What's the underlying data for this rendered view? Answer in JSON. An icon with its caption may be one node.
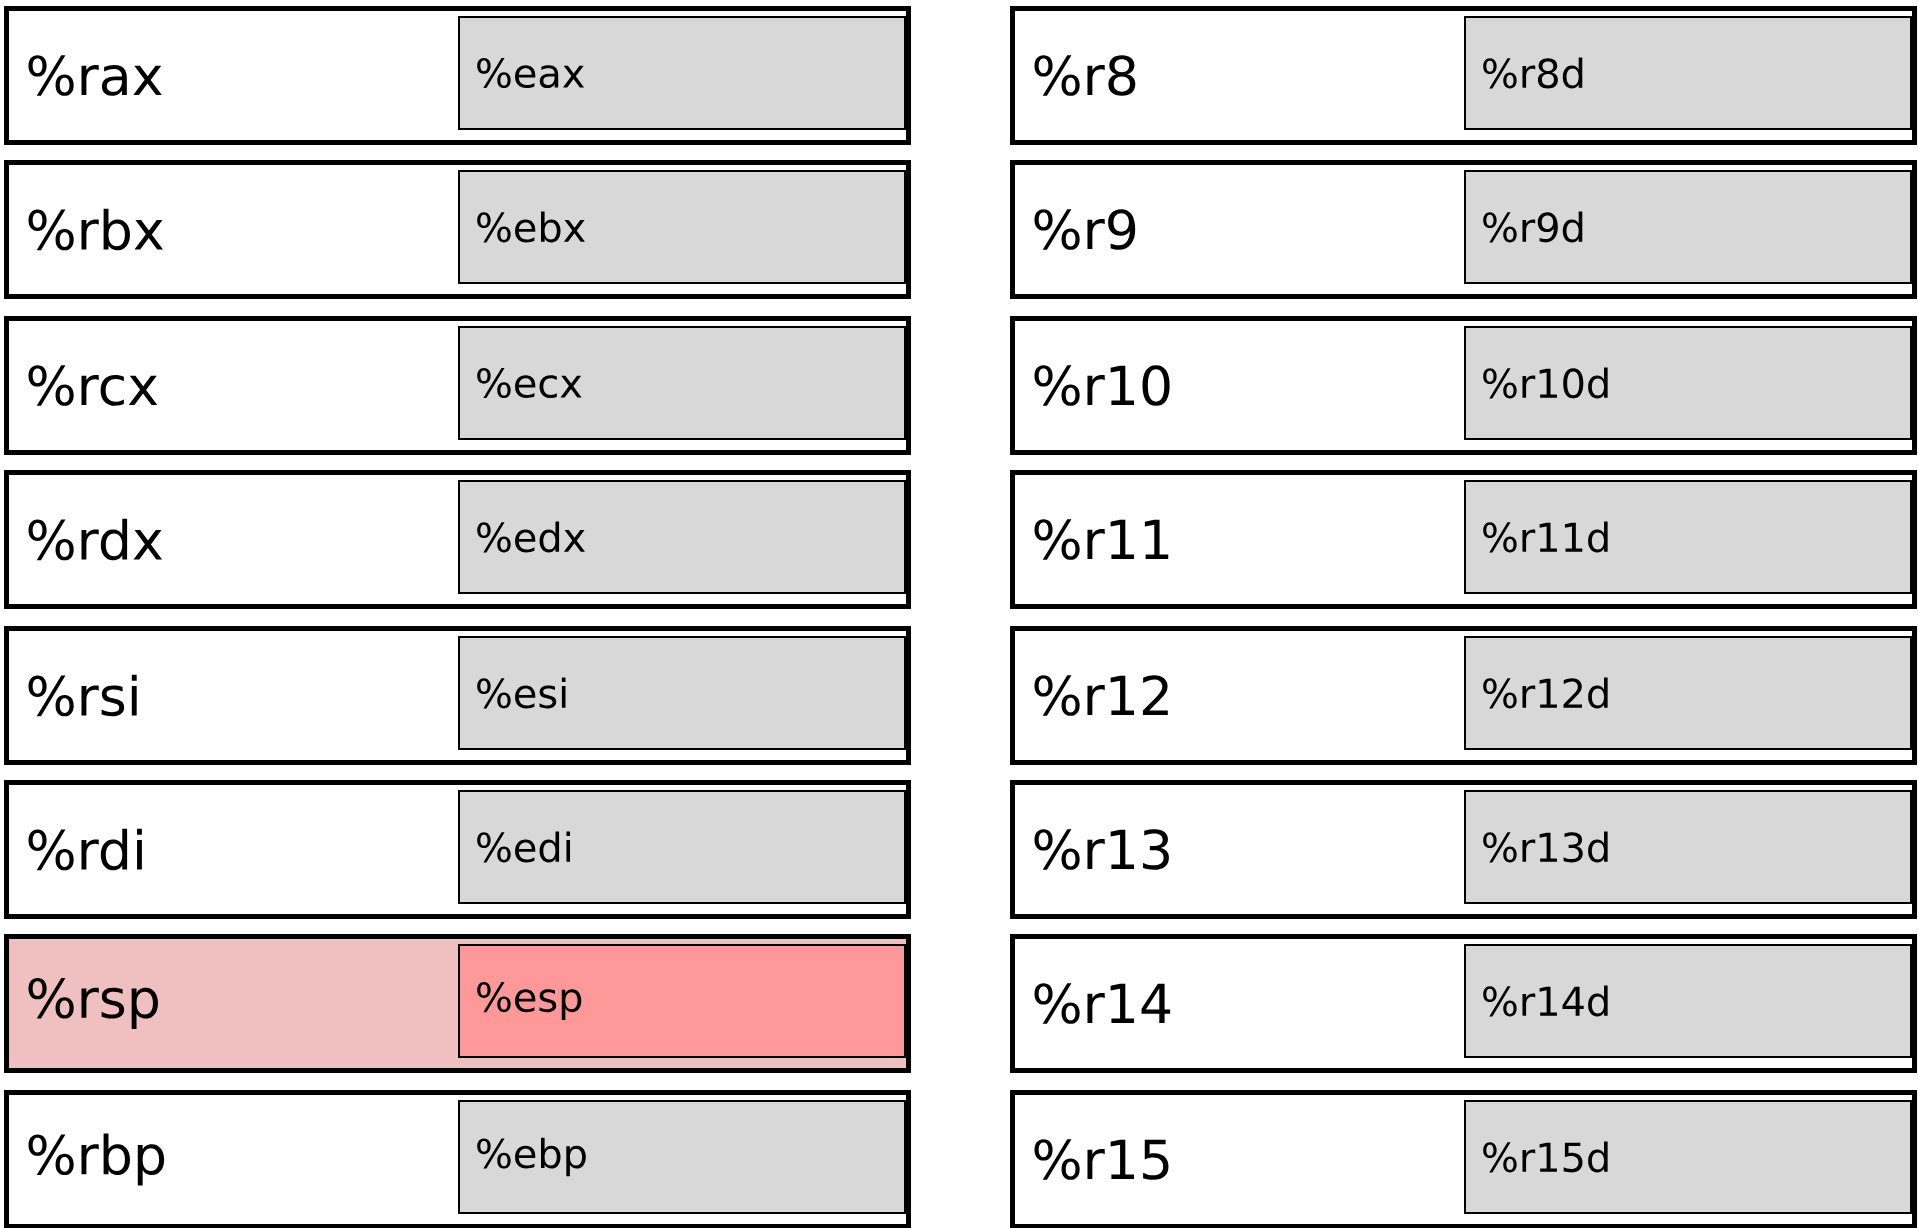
{
  "diagram": {
    "nodes": [
      {
        "text": [
          "%rax"
        ]
      },
      {
        "text": [
          "%eax"
        ],
        "in": 0
      },
      {
        "text": [
          "%r8"
        ]
      },
      {
        "text": [
          "%r8d"
        ],
        "in": 2
      },
      {
        "text": [
          "%rbx"
        ]
      },
      {
        "text": [
          "%ebx"
        ],
        "in": 4
      },
      {
        "text": [
          "%r9"
        ]
      },
      {
        "text": [
          "%r9d"
        ],
        "in": 6
      },
      {
        "text": [
          "%rcx"
        ]
      },
      {
        "text": [
          "%ecx"
        ],
        "in": 8
      },
      {
        "text": [
          "%r10"
        ]
      },
      {
        "text": [
          "%r10d"
        ],
        "in": 10
      },
      {
        "text": [
          "%rdx"
        ]
      },
      {
        "text": [
          "%edx"
        ],
        "in": 12
      },
      {
        "text": [
          "%r11"
        ]
      },
      {
        "text": [
          "%r11d"
        ],
        "in": 14
      },
      {
        "text": [
          "%rsi"
        ]
      },
      {
        "text": [
          "%esi"
        ],
        "in": 16
      },
      {
        "text": [
          "%r12"
        ]
      },
      {
        "text": [
          "%r12d"
        ],
        "in": 18
      },
      {
        "text": [
          "%rdi"
        ]
      },
      {
        "text": [
          "%edi"
        ],
        "in": 20
      },
      {
        "text": [
          "%r13"
        ]
      },
      {
        "text": [
          "%r13d"
        ],
        "in": 22
      },
      {
        "text": [
          "%rsp"
        ]
      },
      {
        "text": [
          "%esp"
        ],
        "in": 24
      },
      {
        "text": [
          "%r14"
        ]
      },
      {
        "text": [
          "%r14d"
        ],
        "in": 26
      },
      {
        "text": [
          "%rbp"
        ]
      },
      {
        "text": [
          "%ebp"
        ],
        "in": 28
      },
      {
        "text": [
          "%r15"
        ]
      },
      {
        "text": [
          "%r15d"
        ],
        "in": 30
      }
    ]
  }
}
